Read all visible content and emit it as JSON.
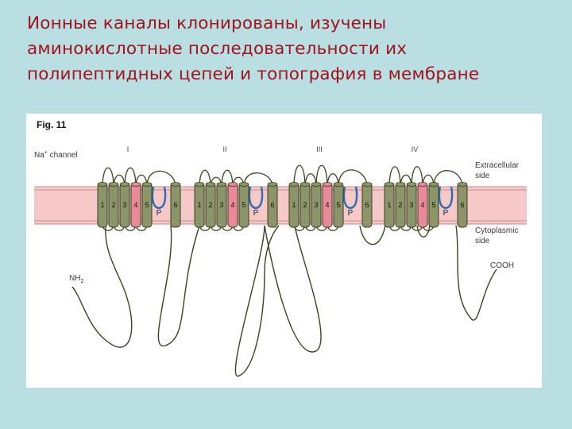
{
  "slide": {
    "title_lines": [
      "Ионные каналы клонированы, изучены",
      "аминокислотные последовательности их",
      "полипептидных цепей и топография в мембране"
    ]
  },
  "figure": {
    "fig_label": "Fig. 11",
    "channel_label_prefix": "Na",
    "channel_label_sup": "+",
    "channel_label_suffix": " channel",
    "extracellular_lines": [
      "Extracellular",
      "side"
    ],
    "cytoplasmic_lines": [
      "Cytoplasmic",
      "side"
    ],
    "nh2_base": "NH",
    "nh2_sub": "2",
    "cooh": "COOH",
    "domains": [
      {
        "label": "I",
        "helices": [
          "1",
          "2",
          "3",
          "4",
          "5",
          "6"
        ],
        "pore": "P"
      },
      {
        "label": "II",
        "helices": [
          "1",
          "2",
          "3",
          "4",
          "5",
          "6"
        ],
        "pore": "P"
      },
      {
        "label": "III",
        "helices": [
          "1",
          "2",
          "3",
          "4",
          "5",
          "6"
        ],
        "pore": "P"
      },
      {
        "label": "IV",
        "helices": [
          "1",
          "2",
          "3",
          "4",
          "5",
          "6"
        ],
        "pore": "P"
      }
    ],
    "colors": {
      "membrane_band": "#f6c9c9",
      "membrane_edge": "#c98b8b",
      "helix": "#8c956a",
      "helix_s4": "#e88a98",
      "pore_loop": "#2d6cb5",
      "chain": "#3c4220"
    }
  }
}
